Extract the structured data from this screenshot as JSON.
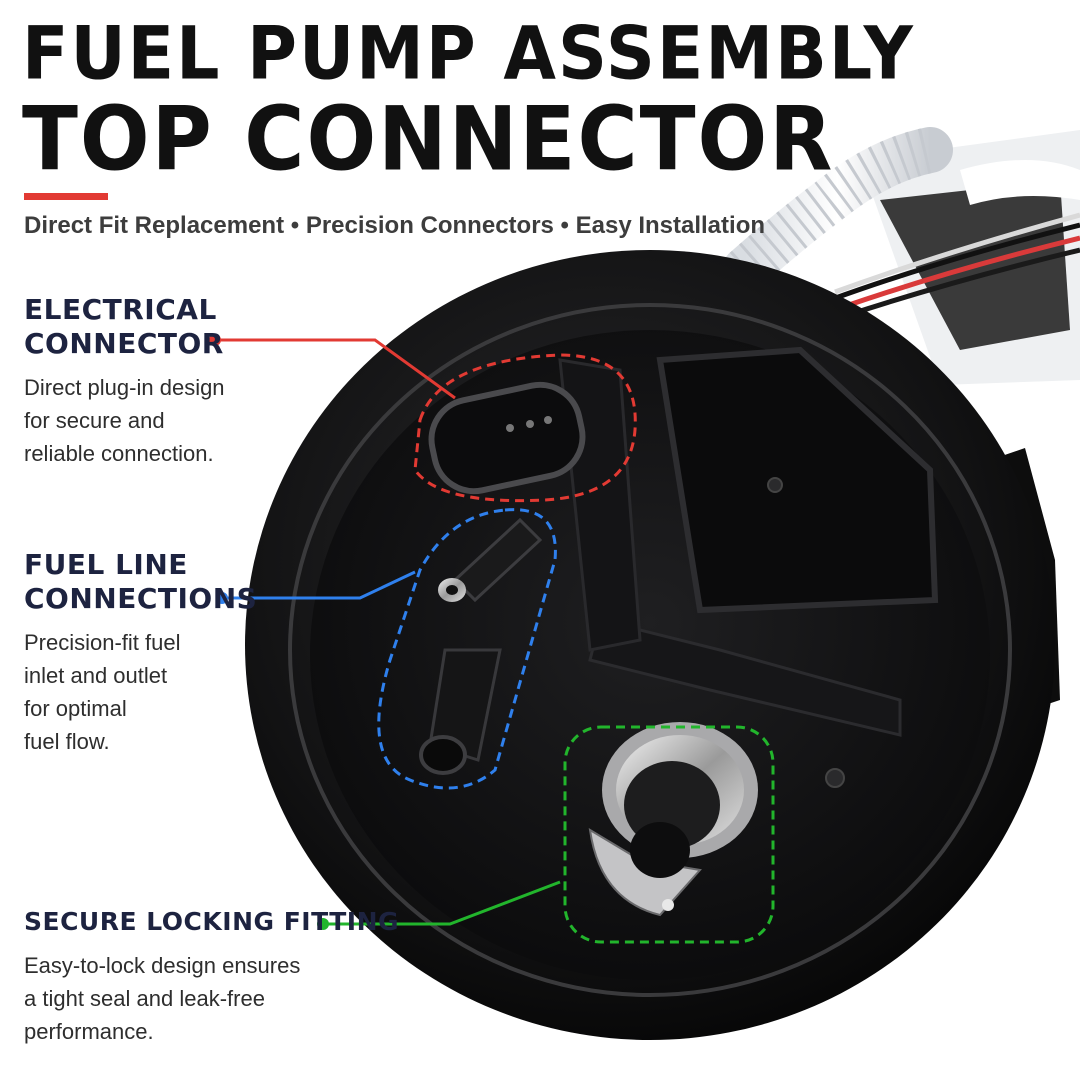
{
  "title": {
    "line1": "FUEL PUMP ASSEMBLY",
    "line2": "TOP CONNECTOR"
  },
  "subtitle": "Direct Fit Replacement • Precision Connectors • Easy Installation",
  "colors": {
    "accent_red": "#e23a33",
    "callout_red": "#e23a33",
    "callout_blue": "#2f80ed",
    "callout_green": "#22b52c",
    "heading_navy": "#1d2340"
  },
  "features": [
    {
      "heading": [
        "ELECTRICAL",
        "CONNECTOR"
      ],
      "body": [
        "Direct plug-in design",
        "for secure and",
        "reliable connection."
      ],
      "color": "#e23a33",
      "icon": "dot-marker"
    },
    {
      "heading": [
        "FUEL LINE",
        "CONNECTIONS"
      ],
      "body": [
        "Precision-fit fuel",
        "inlet and outlet",
        "for optimal",
        "fuel flow."
      ],
      "color": "#2f80ed",
      "icon": "dot-marker"
    },
    {
      "heading": [
        "SECURE LOCKING FITTING"
      ],
      "body": [
        "Easy-to-lock design ensures",
        "a tight seal and leak-free",
        "performance."
      ],
      "color": "#22b52c",
      "icon": "dot-marker"
    }
  ]
}
